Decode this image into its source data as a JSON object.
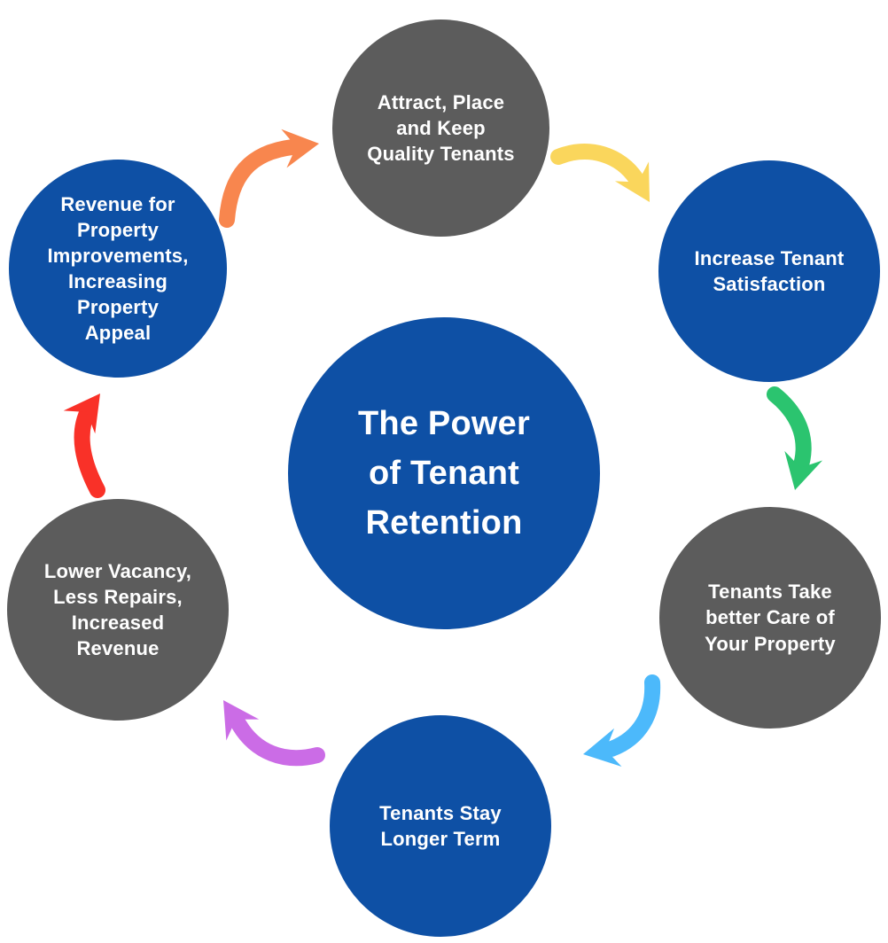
{
  "colors": {
    "background": "#FFFFFF",
    "blue": "#0E50A5",
    "gray": "#5C5C5C",
    "text": "#FFFFFF"
  },
  "center": {
    "title": "The Power of Tenant Retention",
    "color_hex": "#0E50A5"
  },
  "steps": [
    {
      "id": "attract",
      "label": "Attract, Place and Keep Quality Tenants",
      "color_hex": "#5C5C5C",
      "position": "top"
    },
    {
      "id": "satisfaction",
      "label": "Increase Tenant Satisfaction",
      "color_hex": "#0E50A5",
      "position": "upper-right"
    },
    {
      "id": "care",
      "label": "Tenants Take better Care of Your Property",
      "color_hex": "#5C5C5C",
      "position": "lower-right"
    },
    {
      "id": "stay",
      "label": "Tenants Stay Longer Term",
      "color_hex": "#0E50A5",
      "position": "bottom"
    },
    {
      "id": "vacancy",
      "label": "Lower Vacancy, Less Repairs, Increased Revenue",
      "color_hex": "#5C5C5C",
      "position": "lower-left"
    },
    {
      "id": "revenue",
      "label": "Revenue for Property Improvements, Increasing Property Appeal",
      "color_hex": "#0E50A5",
      "position": "upper-left"
    }
  ],
  "arrows": [
    {
      "id": "orange",
      "color": "#F8864E",
      "from": "upper-left",
      "to": "top"
    },
    {
      "id": "yellow",
      "color": "#FAD65C",
      "from": "top",
      "to": "upper-right"
    },
    {
      "id": "green",
      "color": "#2BC46F",
      "from": "upper-right",
      "to": "lower-right"
    },
    {
      "id": "sky",
      "color": "#4CB9FB",
      "from": "lower-right",
      "to": "bottom"
    },
    {
      "id": "purple",
      "color": "#CB6CE6",
      "from": "bottom",
      "to": "lower-left"
    },
    {
      "id": "red",
      "color": "#F93128",
      "from": "lower-left",
      "to": "upper-left"
    }
  ]
}
